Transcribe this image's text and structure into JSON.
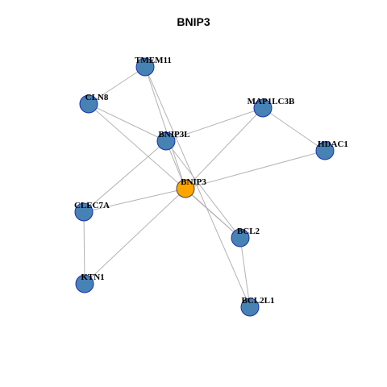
{
  "title": "BNIP3",
  "colors": {
    "hub_fill": "#FFA500",
    "hub_stroke": "#444444",
    "node_fill": "#4682B4",
    "node_stroke": "#1f2fb0",
    "edge": "#b3b3b3"
  },
  "nodes": [
    {
      "id": "BNIP3",
      "label": "BNIP3",
      "hub": true
    },
    {
      "id": "TMEM11",
      "label": "TMEM11",
      "hub": false
    },
    {
      "id": "CLN8",
      "label": "CLN8",
      "hub": false
    },
    {
      "id": "MAP1LC3B",
      "label": "MAP1LC3B",
      "hub": false
    },
    {
      "id": "BNIP3L",
      "label": "BNIP3L",
      "hub": false
    },
    {
      "id": "HDAC1",
      "label": "HDAC1",
      "hub": false
    },
    {
      "id": "CLEC7A",
      "label": "CLEC7A",
      "hub": false
    },
    {
      "id": "BCL2",
      "label": "BCL2",
      "hub": false
    },
    {
      "id": "KTN1",
      "label": "KTN1",
      "hub": false
    },
    {
      "id": "BCL2L1",
      "label": "BCL2L1",
      "hub": false
    }
  ],
  "edges": [
    [
      "TMEM11",
      "CLN8"
    ],
    [
      "TMEM11",
      "BNIP3"
    ],
    [
      "TMEM11",
      "BCL2L1"
    ],
    [
      "CLN8",
      "BNIP3L"
    ],
    [
      "CLN8",
      "BCL2"
    ],
    [
      "BNIP3L",
      "MAP1LC3B"
    ],
    [
      "BNIP3L",
      "CLEC7A"
    ],
    [
      "BNIP3L",
      "BCL2"
    ],
    [
      "BNIP3L",
      "BNIP3"
    ],
    [
      "MAP1LC3B",
      "HDAC1"
    ],
    [
      "MAP1LC3B",
      "BNIP3"
    ],
    [
      "HDAC1",
      "BNIP3"
    ],
    [
      "CLEC7A",
      "BNIP3"
    ],
    [
      "CLEC7A",
      "KTN1"
    ],
    [
      "KTN1",
      "BNIP3"
    ],
    [
      "BNIP3",
      "BCL2"
    ],
    [
      "BCL2",
      "BCL2L1"
    ]
  ]
}
